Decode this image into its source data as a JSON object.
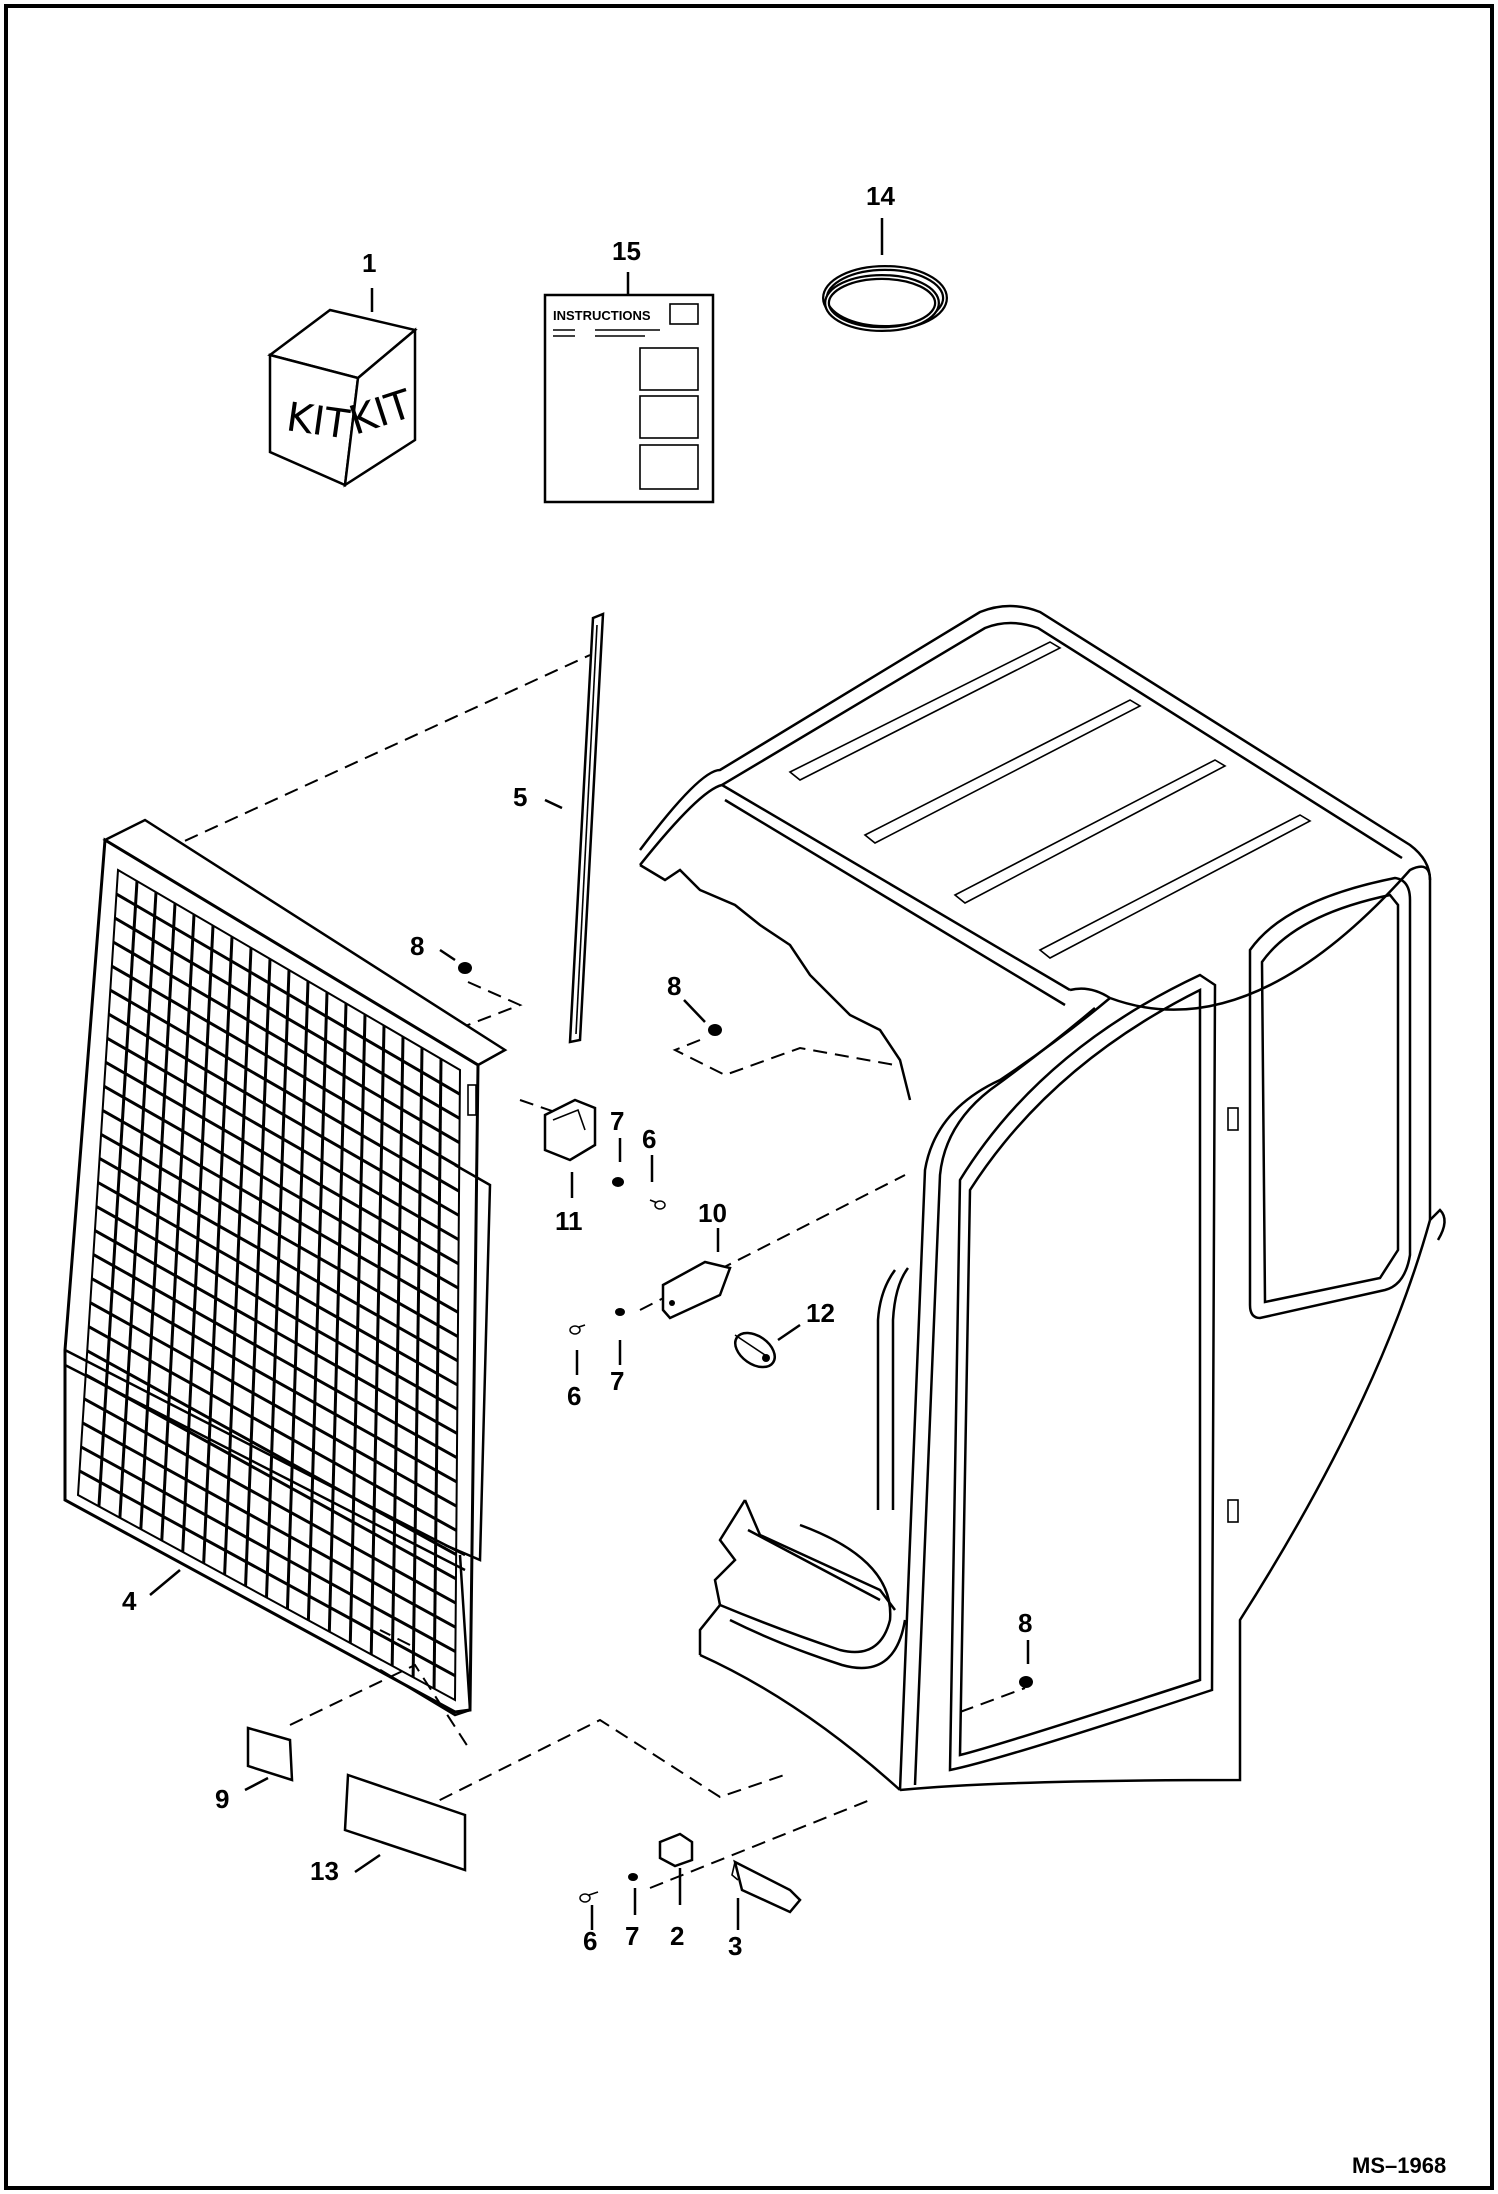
{
  "diagram": {
    "kit_label": "KIT",
    "instructions_label": "INSTRUCTIONS",
    "reference": "MS–1968",
    "callouts": {
      "c1": "1",
      "c2": "2",
      "c3": "3",
      "c4": "4",
      "c5": "5",
      "c6a": "6",
      "c6b": "6",
      "c6c": "6",
      "c7a": "7",
      "c7b": "7",
      "c7c": "7",
      "c8a": "8",
      "c8b": "8",
      "c8c": "8",
      "c9": "9",
      "c10": "10",
      "c11": "11",
      "c12": "12",
      "c13": "13",
      "c14": "14",
      "c15": "15"
    }
  }
}
